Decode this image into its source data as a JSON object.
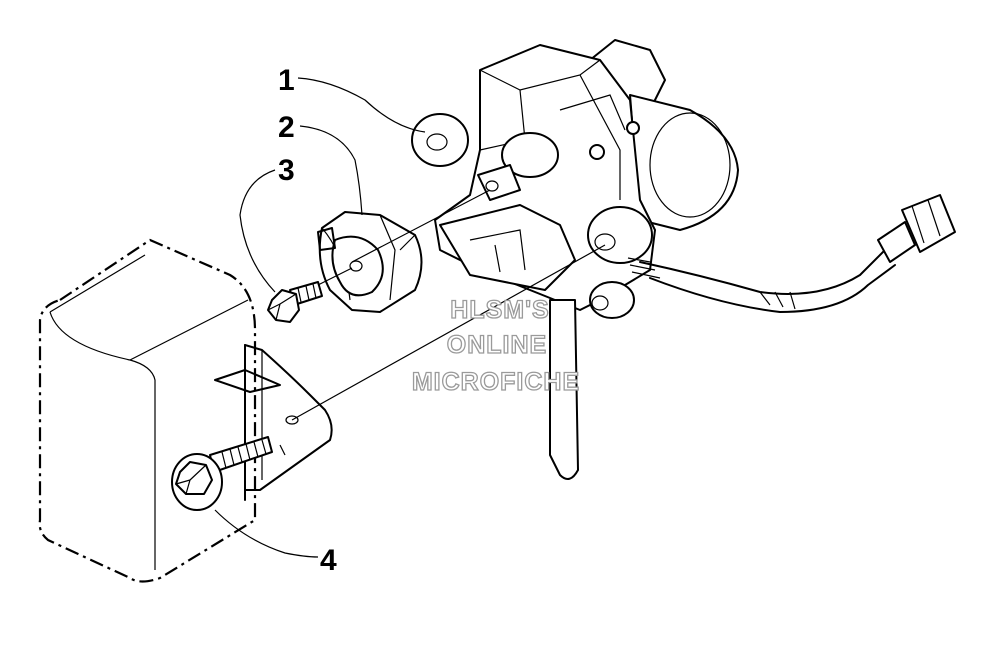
{
  "callouts": [
    {
      "id": "1",
      "label": "1"
    },
    {
      "id": "2",
      "label": "2"
    },
    {
      "id": "3",
      "label": "3"
    },
    {
      "id": "4",
      "label": "4"
    }
  ],
  "watermark": {
    "line1": "HLSM'S",
    "line2": "ONLINE",
    "line3": "MICROFICHE"
  }
}
